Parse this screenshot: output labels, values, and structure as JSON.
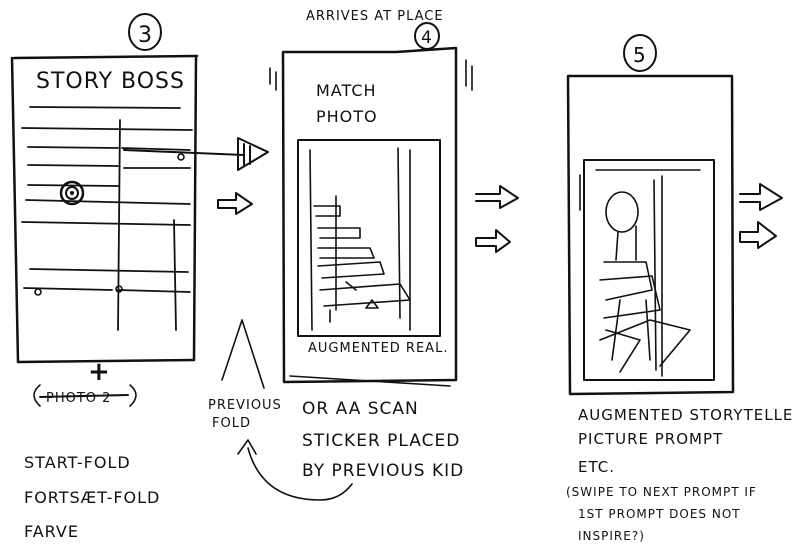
{
  "screens": [
    {
      "number": "3",
      "title": "STORY BOSS",
      "plus": "+",
      "struck_label": "PHOTO 2",
      "notes": [
        "START-FOLD",
        "FORTSÆT-FOLD",
        "FARVE"
      ]
    },
    {
      "number": "4",
      "top_note": "ARRIVES AT PLACE",
      "title_line1": "MATCH",
      "title_line2": "PHOTO",
      "bottom_label": "AUGMENTED REAL.",
      "side_note_line1": "PREVIOUS",
      "side_note_line2": "FOLD",
      "notes": [
        "OR AA SCAN",
        "STICKER PLACED",
        "BY PREVIOUS KID"
      ]
    },
    {
      "number": "5",
      "notes": [
        "AUGMENTED STORYTELLER",
        "PICTURE PROMPT",
        "ETC."
      ],
      "aside": [
        "(SWIPE TO NEXT PROMPT IF",
        "1ST PROMPT DOES NOT",
        "INSPIRE?)"
      ]
    }
  ],
  "icons": [
    "arrow-right-icon",
    "target-icon"
  ]
}
